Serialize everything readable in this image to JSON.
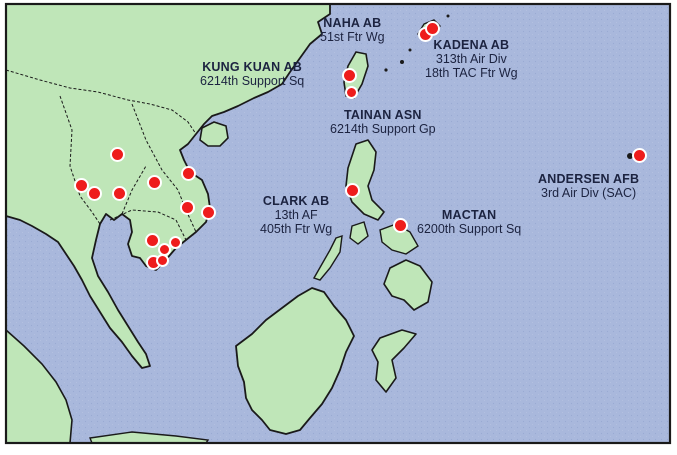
{
  "map": {
    "colors": {
      "sea": "#a9b8dc",
      "land": "#bfe6b8",
      "coast": "#1a1a1a",
      "base_marker": "#ee1c1c",
      "label": "#1c2340"
    },
    "bases": [
      {
        "name": "NAHA AB",
        "units": [
          "51st Ftr Wg"
        ]
      },
      {
        "name": "KADENA AB",
        "units": [
          "313th Air Div",
          "18th TAC Ftr Wg"
        ]
      },
      {
        "name": "KUNG KUAN AB",
        "units": [
          "6214th Support Sq"
        ]
      },
      {
        "name": "TAINAN ASN",
        "units": [
          "6214th Support Gp"
        ]
      },
      {
        "name": "ANDERSEN AFB",
        "units": [
          "3rd Air Div (SAC)"
        ]
      },
      {
        "name": "CLARK AB",
        "units": [
          "13th AF",
          "405th Ftr Wg"
        ]
      },
      {
        "name": "MACTAN",
        "units": [
          "6200th Support Sq"
        ]
      }
    ],
    "unlabeled_marker_count": 13
  }
}
